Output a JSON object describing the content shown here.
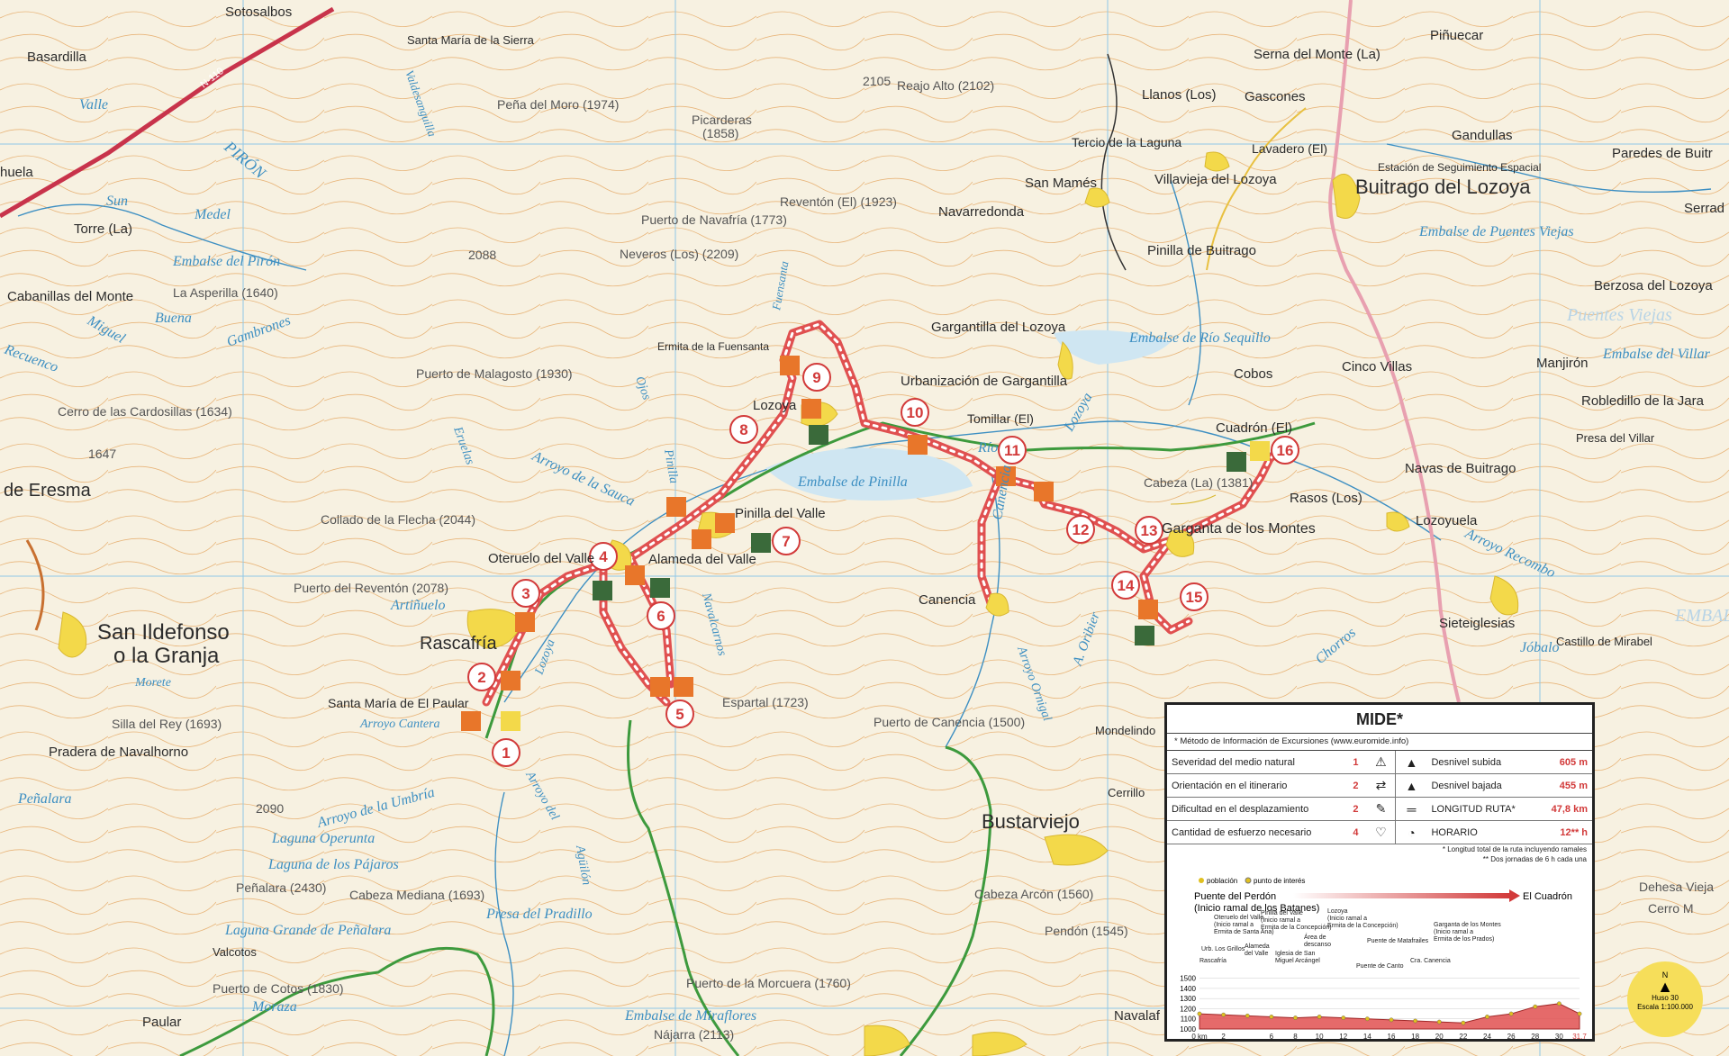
{
  "places": [
    {
      "id": "basardilla",
      "label": "Basardilla"
    },
    {
      "id": "sotosalbos",
      "label": "Sotosalbos"
    },
    {
      "id": "santa-maria-sierra",
      "label": "Santa María de la Sierra"
    },
    {
      "id": "torre",
      "label": "Torre (La)"
    },
    {
      "id": "cabanillas",
      "label": "Cabanillas del Monte"
    },
    {
      "id": "eresma",
      "label": "de Eresma"
    },
    {
      "id": "san-ildefonso-1",
      "label": "San Ildefonso"
    },
    {
      "id": "san-ildefonso-2",
      "label": "o la Granja"
    },
    {
      "id": "pradera",
      "label": "Pradera de Navalhorno"
    },
    {
      "id": "rascafria",
      "label": "Rascafría"
    },
    {
      "id": "santa-maria-paular",
      "label": "Santa María de El Paular"
    },
    {
      "id": "oteruelo",
      "label": "Oteruelo del Valle"
    },
    {
      "id": "alameda",
      "label": "Alameda del Valle"
    },
    {
      "id": "pinilla-valle",
      "label": "Pinilla del Valle"
    },
    {
      "id": "lozoya",
      "label": "Lozoya"
    },
    {
      "id": "ermita",
      "label": "Ermita de la Fuensanta"
    },
    {
      "id": "canencia",
      "label": "Canencia"
    },
    {
      "id": "garganta",
      "label": "Garganta de los Montes"
    },
    {
      "id": "bustarviejo",
      "label": "Bustarviejo"
    },
    {
      "id": "buitrago",
      "label": "Buitrago del Lozoya"
    },
    {
      "id": "villavieja",
      "label": "Villavieja del Lozoya"
    },
    {
      "id": "pinilla-buitrago",
      "label": "Pinilla de Buitrago"
    },
    {
      "id": "gargantilla",
      "label": "Gargantilla del Lozoya"
    },
    {
      "id": "urbanizacion",
      "label": "Urbanización de Gargantilla"
    },
    {
      "id": "navarredonda",
      "label": "Navarredonda"
    },
    {
      "id": "san-mames",
      "label": "San Mamés"
    },
    {
      "id": "llanos",
      "label": "Llanos (Los)"
    },
    {
      "id": "gascones",
      "label": "Gascones"
    },
    {
      "id": "serna",
      "label": "Serna del Monte (La)"
    },
    {
      "id": "pinuecar",
      "label": "Piñuecar"
    },
    {
      "id": "gandullas",
      "label": "Gandullas"
    },
    {
      "id": "paredes",
      "label": "Paredes de Buitr"
    },
    {
      "id": "serrada",
      "label": "Serrad"
    },
    {
      "id": "berzosa",
      "label": "Berzosa del Lozoya"
    },
    {
      "id": "cinco-villas",
      "label": "Cinco Villas"
    },
    {
      "id": "manjiron",
      "label": "Manjirón"
    },
    {
      "id": "robledillo",
      "label": "Robledillo de la Jara"
    },
    {
      "id": "presa-villar",
      "label": "Presa del Villar"
    },
    {
      "id": "navas",
      "label": "Navas de Buitrago"
    },
    {
      "id": "lozoyuela",
      "label": "Lozoyuela"
    },
    {
      "id": "sieteiglesias",
      "label": "Sieteiglesias"
    },
    {
      "id": "castillo",
      "label": "Castillo de Mirabel"
    },
    {
      "id": "rasos",
      "label": "Rasos (Los)"
    },
    {
      "id": "cuadron",
      "label": "Cuadrón (El)"
    },
    {
      "id": "cobos",
      "label": "Cobos"
    },
    {
      "id": "tomillar",
      "label": "Tomillar (El)"
    },
    {
      "id": "lavadero",
      "label": "Lavadero (El)"
    },
    {
      "id": "tercio",
      "label": "Tercio de la Laguna"
    },
    {
      "id": "estacion",
      "label": "Estación de Seguimiento Espacial"
    },
    {
      "id": "mondelindo",
      "label": "Mondelindo"
    },
    {
      "id": "cerrillo",
      "label": "Cerrillo"
    },
    {
      "id": "navalafuente",
      "label": "Navalaf"
    },
    {
      "id": "valcotos",
      "label": "Valcotos"
    },
    {
      "id": "paular",
      "label": "Paular"
    },
    {
      "id": "huela",
      "label": "huela"
    }
  ],
  "peaks": [
    {
      "id": "pena-moro",
      "label": "Peña del Moro (1974)"
    },
    {
      "id": "reajo",
      "label": "Reajo Alto (2102)"
    },
    {
      "id": "p2105",
      "label": "2105"
    },
    {
      "id": "picarderas",
      "label": "Picarderas"
    },
    {
      "id": "p1858",
      "label": "(1858)"
    },
    {
      "id": "reventon",
      "label": "Reventón (El) (1923)"
    },
    {
      "id": "navafria",
      "label": "Puerto de Navafría (1773)"
    },
    {
      "id": "neveros",
      "label": "Neveros (Los) (2209)"
    },
    {
      "id": "p2088",
      "label": "2088"
    },
    {
      "id": "asperilla",
      "label": "La Asperilla (1640)"
    },
    {
      "id": "malagosto",
      "label": "Puerto de Malagosto (1930)"
    },
    {
      "id": "cardosillas",
      "label": "Cerro de las Cardosillas (1634)"
    },
    {
      "id": "p1647",
      "label": "1647"
    },
    {
      "id": "flecha",
      "label": "Collado de la Flecha (2044)"
    },
    {
      "id": "p-reventon",
      "label": "Puerto del Reventón (2078)"
    },
    {
      "id": "silla",
      "label": "Silla del Rey (1693)"
    },
    {
      "id": "p2090",
      "label": "2090"
    },
    {
      "id": "penalara",
      "label": "Peñalara (2430)"
    },
    {
      "id": "cabeza-mediana",
      "label": "Cabeza Mediana (1693)"
    },
    {
      "id": "cotos",
      "label": "Puerto de Cotos (1830)"
    },
    {
      "id": "espartal",
      "label": "Espartal (1723)"
    },
    {
      "id": "p-canencia",
      "label": "Puerto de Canencia (1500)"
    },
    {
      "id": "morcuera",
      "label": "Puerto de la Morcuera (1760)"
    },
    {
      "id": "najarra",
      "label": "Nájarra (2113)"
    },
    {
      "id": "cabeza-arcon",
      "label": "Cabeza Arcón (1560)"
    },
    {
      "id": "pendon",
      "label": "Pendón (1545)"
    },
    {
      "id": "cabeza-la",
      "label": "Cabeza (La) (1381)"
    },
    {
      "id": "dehesa",
      "label": "Dehesa Vieja"
    },
    {
      "id": "cerro-m",
      "label": "Cerro M"
    }
  ],
  "waters": [
    {
      "id": "valle",
      "label": "Valle"
    },
    {
      "id": "piron",
      "label": "PIRÓN"
    },
    {
      "id": "medel",
      "label": "Medel"
    },
    {
      "id": "sun",
      "label": "Sun"
    },
    {
      "id": "embalse-piron",
      "label": "Embalse del Pirón"
    },
    {
      "id": "miguel",
      "label": "Miguel"
    },
    {
      "id": "buena",
      "label": "Buena"
    },
    {
      "id": "gambrones",
      "label": "Gambrones"
    },
    {
      "id": "recuenco",
      "label": "Recuenco"
    },
    {
      "id": "rio",
      "label": "Río"
    },
    {
      "id": "embalse-pinilla",
      "label": "Embalse de Pinilla"
    },
    {
      "id": "sauca",
      "label": "Arroyo de la Sauca"
    },
    {
      "id": "artinuelo",
      "label": "Artiñuelo"
    },
    {
      "id": "umbria",
      "label": "Arroyo de la Umbría"
    },
    {
      "id": "laguna-operuna",
      "label": "Laguna Operunta"
    },
    {
      "id": "laguna-pajaros",
      "label": "Laguna de los Pájaros"
    },
    {
      "id": "laguna-grande",
      "label": "Laguna Grande de Peñalara"
    },
    {
      "id": "presa-pradillo",
      "label": "Presa del Pradillo"
    },
    {
      "id": "embalse-miraflores",
      "label": "Embalse de Miraflores"
    },
    {
      "id": "embalse-riosequillo",
      "label": "Embalse de Río Sequillo"
    },
    {
      "id": "embalse-puentes",
      "label": "Embalse de Puentes Viejas"
    },
    {
      "id": "puentes-viejas",
      "label": "Puentes Viejas"
    },
    {
      "id": "embalse-villar",
      "label": "Embalse del Villar"
    },
    {
      "id": "lozoya-river",
      "label": "Lozoya"
    },
    {
      "id": "recombo",
      "label": "Arroyo Recombo"
    },
    {
      "id": "jobalo",
      "label": "Jóbalo"
    },
    {
      "id": "chorros",
      "label": "Chorros"
    },
    {
      "id": "canencia-river",
      "label": "Canencia"
    },
    {
      "id": "umbral",
      "label": "EMBAL"
    },
    {
      "id": "moraza",
      "label": "Moraza"
    },
    {
      "id": "lozoya-2",
      "label": "Lozoya"
    },
    {
      "id": "oribier",
      "label": "A. Oribier"
    },
    {
      "id": "fuensanta",
      "label": "Fuensanta"
    },
    {
      "id": "navalcarnos",
      "label": "Navalcarnos"
    },
    {
      "id": "ornigal",
      "label": "Arroyo Ornigal"
    },
    {
      "id": "paular-arroyo",
      "label": "Arroyo Cantera"
    },
    {
      "id": "arroyo-del",
      "label": "Arroyo del"
    },
    {
      "id": "aguilon",
      "label": "Agüilón"
    },
    {
      "id": "pinilla-arroyo",
      "label": "Pinilla"
    },
    {
      "id": "ojos",
      "label": "Ojos"
    },
    {
      "id": "eruelas",
      "label": "Eruelas"
    },
    {
      "id": "morete",
      "label": "Morete"
    },
    {
      "id": "penalara-w",
      "label": "Peñalara"
    },
    {
      "id": "valdesangria",
      "label": "Valdesanguilla"
    }
  ],
  "road": {
    "label": "N-110"
  },
  "stages": [
    "1",
    "2",
    "3",
    "4",
    "5",
    "6",
    "7",
    "8",
    "9",
    "10",
    "11",
    "12",
    "13",
    "14",
    "15",
    "16"
  ],
  "mide": {
    "title": "MIDE*",
    "note": "* Método de Información de Excursiones (www.euromide.info)",
    "rows": [
      {
        "label": "Severidad del medio natural",
        "level": "1",
        "stat": "Desnivel subida",
        "value": "605 m"
      },
      {
        "label": "Orientación en el itinerario",
        "level": "2",
        "stat": "Desnivel bajada",
        "value": "455 m"
      },
      {
        "label": "Dificultad en el desplazamiento",
        "level": "2",
        "stat": "LONGITUD RUTA*",
        "value": "47,8 km"
      },
      {
        "label": "Cantidad de esfuerzo necesario",
        "level": "4",
        "stat": "HORARIO",
        "value": "12** h"
      }
    ],
    "footnote1": "* Longitud total de la ruta incluyendo ramales",
    "footnote2": "** Dos jornadas de 6 h cada una",
    "legend_poblacion": "población",
    "legend_punto": "punto de interés",
    "start_label_1": "Puente del Perdón",
    "start_label_2": "(Inicio ramal de los Batanes)",
    "end_label": "El Cuadrón",
    "profile_labels": [
      "Oteruelo del Valle",
      "(Inicio ramal a",
      "Ermita de Santa Ana)",
      "Pinilla del Valle",
      "(Inicio ramal a",
      "Ermita de la Concepción)",
      "Lozoya",
      "(Inicio ramal a",
      "Ermita de la Concepción)",
      "Garganta de los Montes",
      "(Inicio ramal a",
      "Ermita de los Prados)",
      "Urb. Los Grillos",
      "Rascafría",
      "Alameda",
      "del Valle",
      "Área de",
      "descanso",
      "Iglesia de San",
      "Miguel Arcángel",
      "Puente de Matafrailes",
      "Puente de Canto",
      "Cra. Canencia"
    ]
  },
  "chart_data": {
    "type": "area",
    "title": "",
    "xlabel": "",
    "ylabel": "",
    "x_unit": "km",
    "x": [
      0,
      2,
      4,
      6,
      8,
      10,
      12,
      14,
      16,
      18,
      20,
      22,
      24,
      26,
      28,
      30,
      31.7
    ],
    "y": [
      1150,
      1140,
      1130,
      1120,
      1110,
      1120,
      1110,
      1100,
      1090,
      1080,
      1070,
      1060,
      1120,
      1150,
      1220,
      1250,
      1150
    ],
    "xticks": [
      "0 km",
      "2",
      "6",
      "8",
      "10",
      "12",
      "14",
      "16",
      "18",
      "20",
      "22",
      "24",
      "26",
      "28",
      "30",
      "31,7"
    ],
    "yticks": [
      "1000",
      "1100",
      "1200",
      "1300",
      "1400",
      "1500"
    ],
    "ylim": [
      1000,
      1550
    ],
    "xlim": [
      0,
      31.7
    ],
    "color": "#e05050"
  },
  "compass": {
    "north": "N",
    "huso": "Huso 30",
    "scale": "Escala 1:100.000"
  },
  "colors": {
    "route": "#e05050",
    "trail": "#3d9a3d",
    "town": "#f3d94a",
    "road": "#c8334b",
    "water": "#3d8fc2",
    "contour": "#e0a868"
  }
}
